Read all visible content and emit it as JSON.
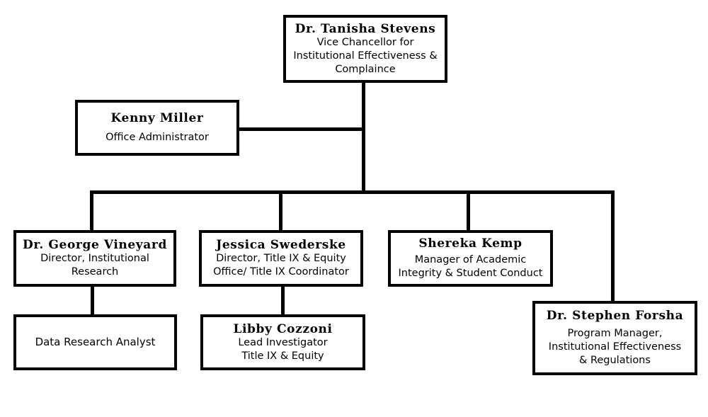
{
  "org_chart": {
    "vice_chancellor": {
      "name": "Dr. Tanisha Stevens",
      "title": "Vice Chancellor for\nInstitutional Effectiveness &\nComplaince"
    },
    "office_admin": {
      "name": "Kenny Miller",
      "title": "Office Administrator"
    },
    "director_research": {
      "name": "Dr. George Vineyard",
      "title": "Director, Institutional\nResearch"
    },
    "director_title_ix": {
      "name": "Jessica Swederske",
      "title": "Director, Title IX & Equity\nOffice/ Title IX Coordinator"
    },
    "manager_integrity": {
      "name": "Shereka Kemp",
      "title": "Manager of Academic\nIntegrity & Student Conduct"
    },
    "program_manager": {
      "name": "Dr. Stephen Forsha",
      "title": "Program Manager,\nInstitutional Effectiveness\n& Regulations"
    },
    "data_analyst": {
      "title": "Data Research Analyst"
    },
    "lead_investigator": {
      "name": "Libby Cozzoni",
      "title": "Lead Investigator\nTitle IX & Equity"
    }
  }
}
